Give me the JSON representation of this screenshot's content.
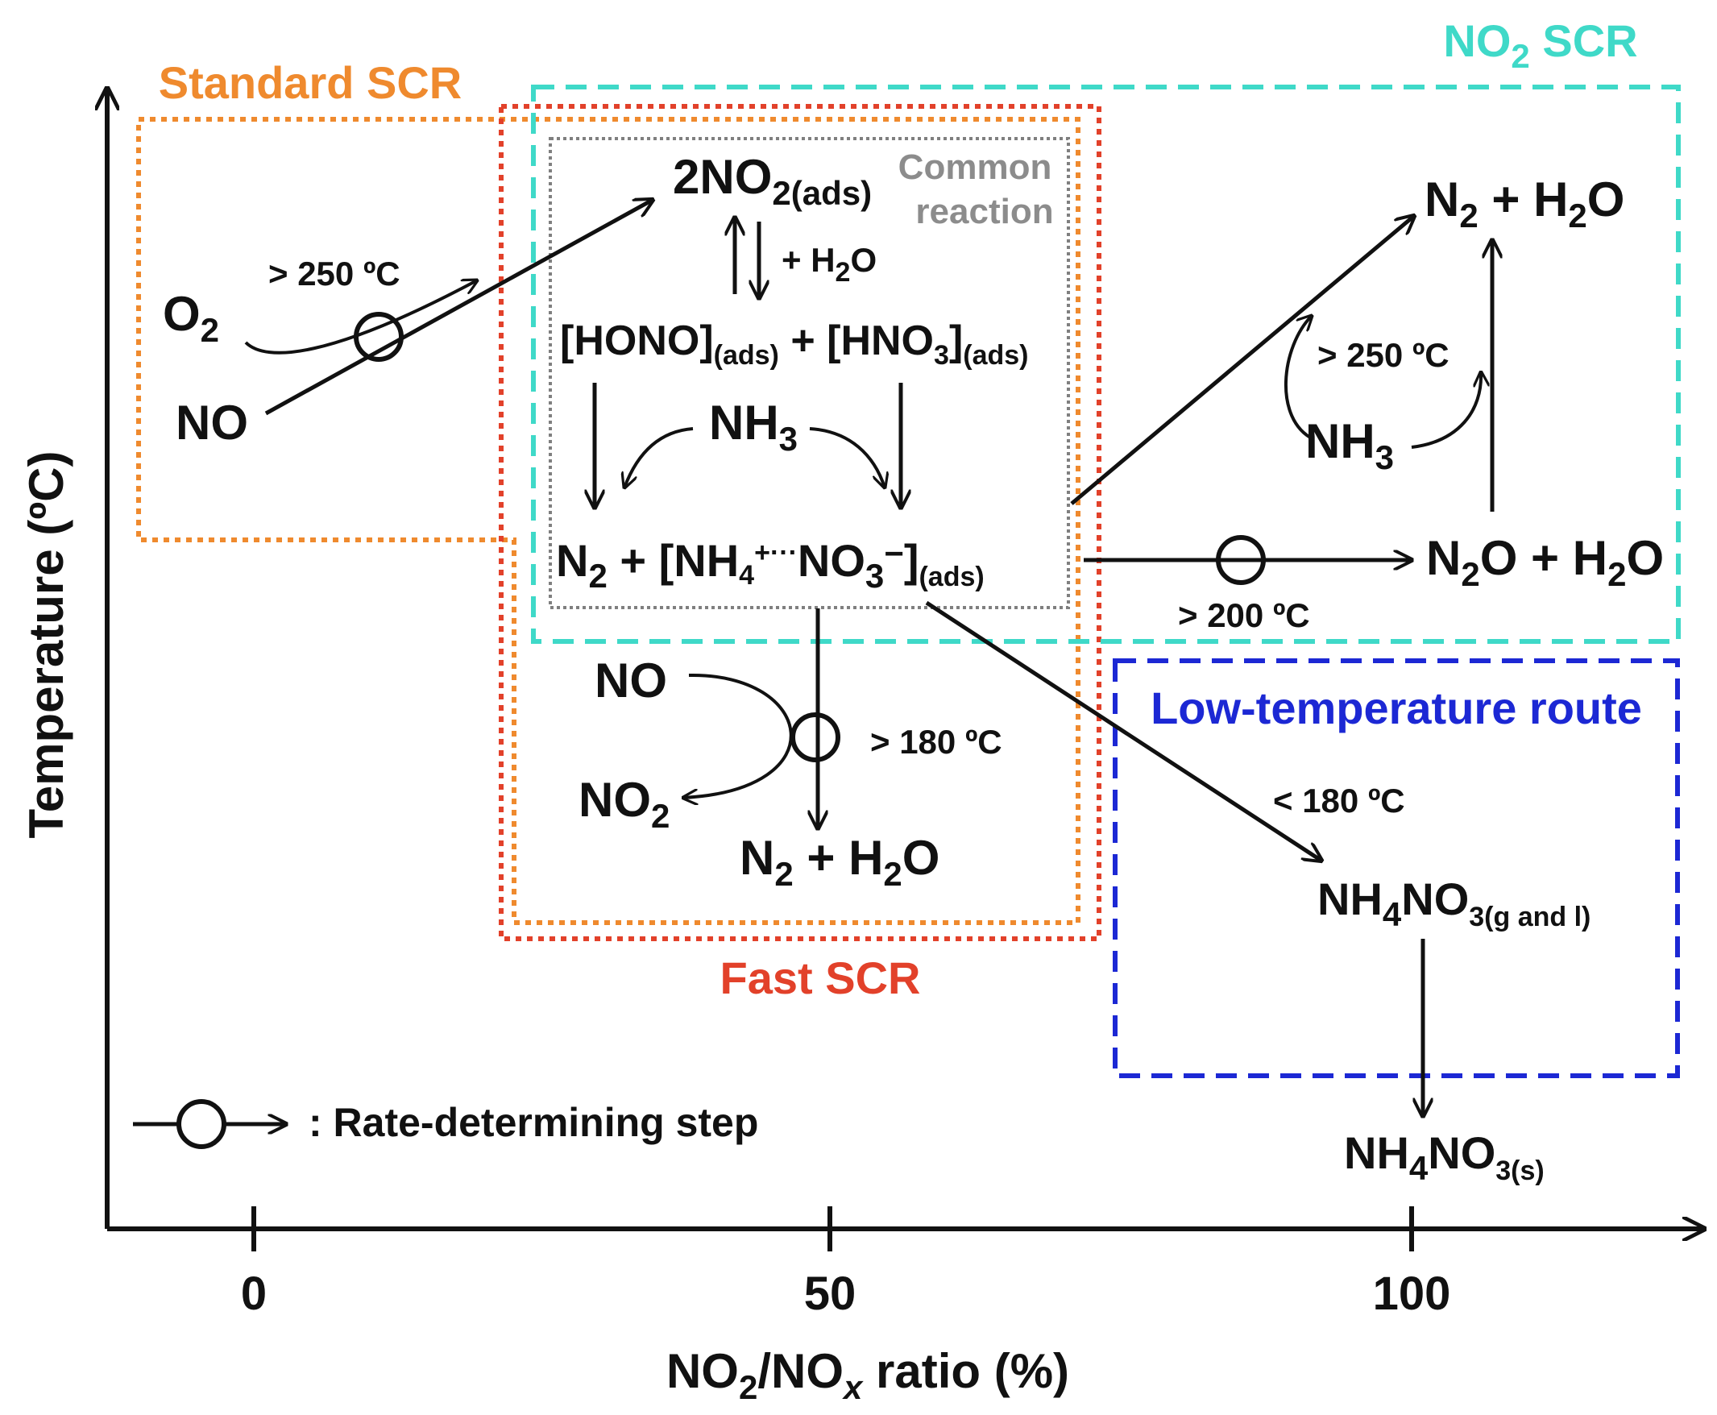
{
  "colors": {
    "standard": "#ef8a2e",
    "fast": "#e2412a",
    "no2": "#3fd9c8",
    "low_temp": "#1c28d4",
    "common": "#7f7f7f",
    "ink": "#111111"
  },
  "axes": {
    "y_title": "Temperature (ºC)",
    "x_title_parts": [
      "NO",
      "2",
      "/NO",
      "x",
      " ratio (%)"
    ],
    "x_ticks": [
      "0",
      "50",
      "100"
    ]
  },
  "regions": {
    "standard": "Standard SCR",
    "fast": "Fast SCR",
    "no2_parts": [
      "NO",
      "2",
      " SCR"
    ],
    "low_temp": "Low-temperature route",
    "common_line1": "Common",
    "common_line2": "reaction"
  },
  "species": {
    "o2": [
      "O",
      "2"
    ],
    "no_left": "NO",
    "two_no2_ads": [
      "2NO",
      "2(ads)"
    ],
    "plus_h2o": [
      "+ H",
      "2",
      "O"
    ],
    "hono_ads": [
      "[HONO]",
      "(ads)",
      " + [HNO",
      "3",
      "]",
      "(ads)"
    ],
    "nh3_center": [
      "NH",
      "3"
    ],
    "n2_nh4no3_ads": [
      "N",
      "2",
      "  +  [NH",
      "4",
      "+···",
      "NO",
      "3",
      "−",
      "]",
      "(ads)"
    ],
    "no_fast": "NO",
    "no2_fast": [
      "NO",
      "2"
    ],
    "n2_h2o_fast": [
      "N",
      "2",
      " + H",
      "2",
      "O"
    ],
    "n2_h2o_top": [
      "N",
      "2",
      " + H",
      "2",
      "O"
    ],
    "nh3_right": [
      "NH",
      "3"
    ],
    "n2o_h2o": [
      "N",
      "2",
      "O + H",
      "2",
      "O"
    ],
    "nh4no3_gl": [
      "NH",
      "4",
      "NO",
      "3(g and l)"
    ],
    "nh4no3_s": [
      "NH",
      "4",
      "NO",
      "3(s)"
    ]
  },
  "conditions": {
    "t250_left": "> 250 ºC",
    "t250_right": "> 250 ºC",
    "t200": "> 200 ºC",
    "t180_fast": "> 180 ºC",
    "t180_low": "< 180 ºC"
  },
  "legend": {
    "text": ": Rate-determining step"
  }
}
